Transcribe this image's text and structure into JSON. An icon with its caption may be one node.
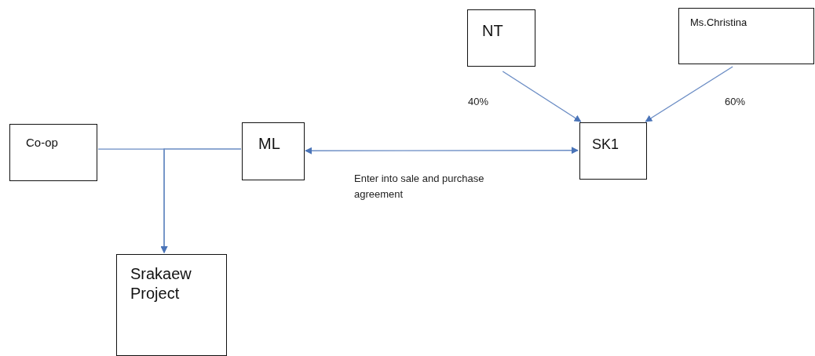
{
  "diagram": {
    "nodes": [
      {
        "text": [
          "NT"
        ]
      },
      {
        "text": [
          "Ms.Christina"
        ]
      },
      {
        "text": [
          "Co-op"
        ]
      },
      {
        "text": [
          "ML"
        ]
      },
      {
        "text": [
          "SK1"
        ]
      },
      {
        "text": [
          "Srakaew Project"
        ]
      }
    ],
    "edges": [
      {
        "from": 0,
        "to": 4,
        "arrow": "to",
        "label": "40%"
      },
      {
        "from": 1,
        "to": 4,
        "arrow": "to",
        "label": "60%"
      },
      {
        "from": 3,
        "to": 4,
        "arrow": "both",
        "label": "Enter into sale and purchase agreement"
      },
      {
        "from": 2,
        "to": 5,
        "arrow": "to"
      },
      {
        "from": 3,
        "to": 5,
        "arrow": "to"
      }
    ]
  }
}
